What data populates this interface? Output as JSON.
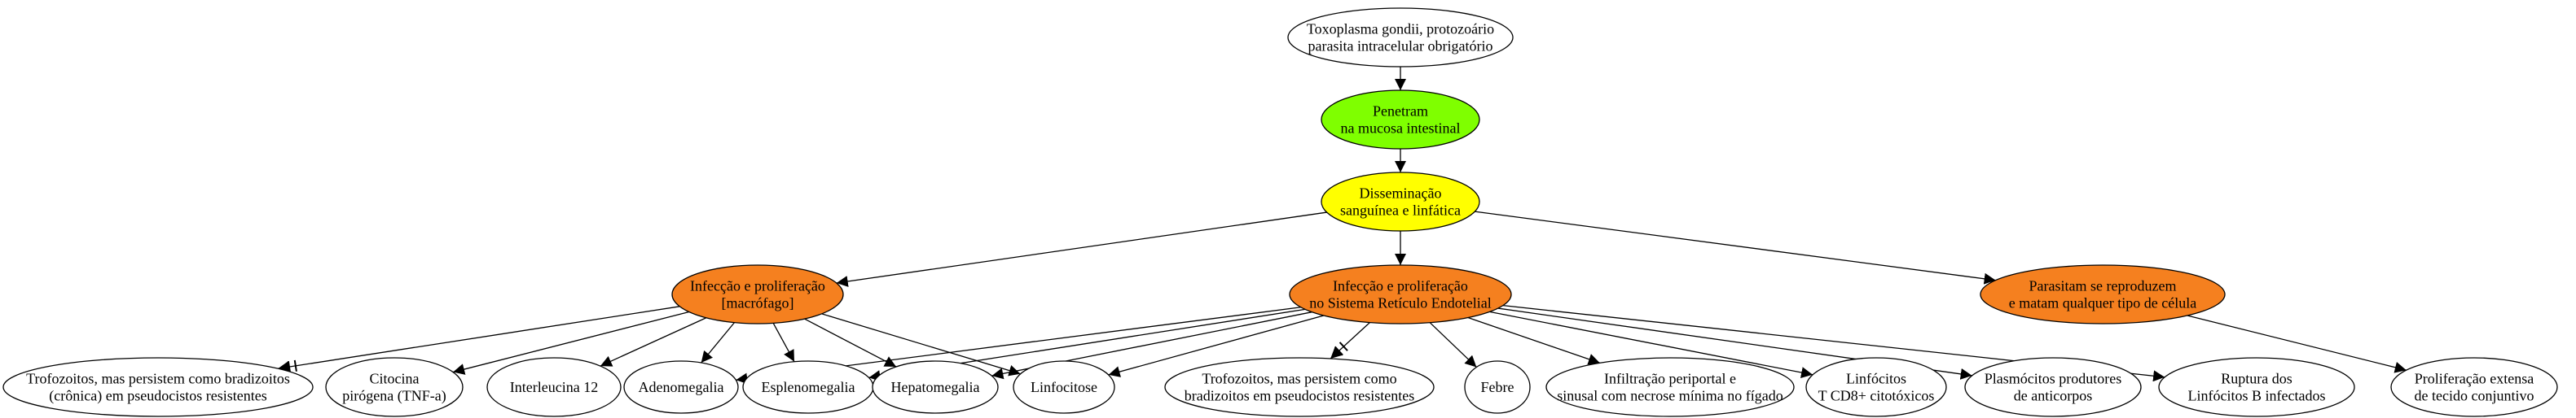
{
  "diagram": {
    "nodes": {
      "toxoplasma": {
        "lines": [
          "Toxoplasma gondii, protozoário",
          "parasita intracelular obrigatório"
        ],
        "fill": "#ffffff"
      },
      "penetram": {
        "lines": [
          "Penetram",
          "na mucosa intestinal"
        ],
        "fill": "#7fff00"
      },
      "disseminacao": {
        "lines": [
          "Disseminação",
          "sanguínea e linfática"
        ],
        "fill": "#ffff00"
      },
      "infeccao_macrofago": {
        "lines": [
          "Infecção e proliferação",
          "[macrófago]"
        ],
        "fill": "#f5801f"
      },
      "infeccao_sre": {
        "lines": [
          "Infecção e proliferação",
          "no Sistema Retículo Endotelial"
        ],
        "fill": "#f5801f"
      },
      "parasitam": {
        "lines": [
          "Parasitam se reproduzem",
          "e matam qualquer tipo de célula"
        ],
        "fill": "#f5801f"
      },
      "trofo1": {
        "lines": [
          "Trofozoitos, mas persistem como bradizoitos",
          "(crônica) em pseudocistos resistentes"
        ],
        "fill": "#ffffff"
      },
      "citocina": {
        "lines": [
          "Citocina",
          "pirógena (TNF-a)"
        ],
        "fill": "#ffffff"
      },
      "interleucina": {
        "lines": [
          "Interleucina 12"
        ],
        "fill": "#ffffff"
      },
      "adenomegalia": {
        "lines": [
          "Adenomegalia"
        ],
        "fill": "#ffffff"
      },
      "esplenomegalia": {
        "lines": [
          "Esplenomegalia"
        ],
        "fill": "#ffffff"
      },
      "hepatomegalia": {
        "lines": [
          "Hepatomegalia"
        ],
        "fill": "#ffffff"
      },
      "linfocitose": {
        "lines": [
          "Linfocitose"
        ],
        "fill": "#ffffff"
      },
      "trofo2": {
        "lines": [
          "Trofozoitos, mas persistem como",
          "bradizoitos em pseudocistos resistentes"
        ],
        "fill": "#ffffff"
      },
      "febre": {
        "lines": [
          "Febre"
        ],
        "fill": "#ffffff"
      },
      "infiltracao": {
        "lines": [
          "Infiltração periportal e",
          "sinusal com necrose mínima no fígado"
        ],
        "fill": "#ffffff"
      },
      "linfocitos_t": {
        "lines": [
          "Linfócitos",
          "T CD8+ citotóxicos"
        ],
        "fill": "#ffffff"
      },
      "plasmocitos": {
        "lines": [
          "Plasmócitos produtores",
          "de anticorpos"
        ],
        "fill": "#ffffff"
      },
      "ruptura": {
        "lines": [
          "Ruptura dos",
          "Linfócitos B infectados"
        ],
        "fill": "#ffffff"
      },
      "proliferacao": {
        "lines": [
          "Proliferação extensa",
          "de tecido conjuntivo"
        ],
        "fill": "#ffffff"
      }
    },
    "edges": [
      {
        "from": "toxoplasma",
        "to": "penetram",
        "tail": "normal"
      },
      {
        "from": "penetram",
        "to": "disseminacao",
        "tail": "normal"
      },
      {
        "from": "disseminacao",
        "to": "infeccao_macrofago",
        "tail": "normal"
      },
      {
        "from": "disseminacao",
        "to": "infeccao_sre",
        "tail": "normal"
      },
      {
        "from": "disseminacao",
        "to": "parasitam",
        "tail": "normal"
      },
      {
        "from": "infeccao_macrofago",
        "to": "trofo1",
        "tail": "tee"
      },
      {
        "from": "infeccao_macrofago",
        "to": "citocina",
        "tail": "normal"
      },
      {
        "from": "infeccao_macrofago",
        "to": "interleucina",
        "tail": "normal"
      },
      {
        "from": "infeccao_macrofago",
        "to": "adenomegalia",
        "tail": "normal"
      },
      {
        "from": "infeccao_macrofago",
        "to": "esplenomegalia",
        "tail": "normal"
      },
      {
        "from": "infeccao_macrofago",
        "to": "hepatomegalia",
        "tail": "normal"
      },
      {
        "from": "infeccao_macrofago",
        "to": "linfocitose",
        "tail": "normal"
      },
      {
        "from": "infeccao_sre",
        "to": "adenomegalia",
        "tail": "normal"
      },
      {
        "from": "infeccao_sre",
        "to": "esplenomegalia",
        "tail": "normal"
      },
      {
        "from": "infeccao_sre",
        "to": "hepatomegalia",
        "tail": "normal"
      },
      {
        "from": "infeccao_sre",
        "to": "linfocitose",
        "tail": "normal"
      },
      {
        "from": "infeccao_sre",
        "to": "trofo2",
        "tail": "tee"
      },
      {
        "from": "infeccao_sre",
        "to": "febre",
        "tail": "normal"
      },
      {
        "from": "infeccao_sre",
        "to": "infiltracao",
        "tail": "normal"
      },
      {
        "from": "infeccao_sre",
        "to": "linfocitos_t",
        "tail": "normal"
      },
      {
        "from": "infeccao_sre",
        "to": "plasmocitos",
        "tail": "normal"
      },
      {
        "from": "infeccao_sre",
        "to": "ruptura",
        "tail": "normal"
      },
      {
        "from": "parasitam",
        "to": "proliferacao",
        "tail": "normal"
      }
    ]
  }
}
